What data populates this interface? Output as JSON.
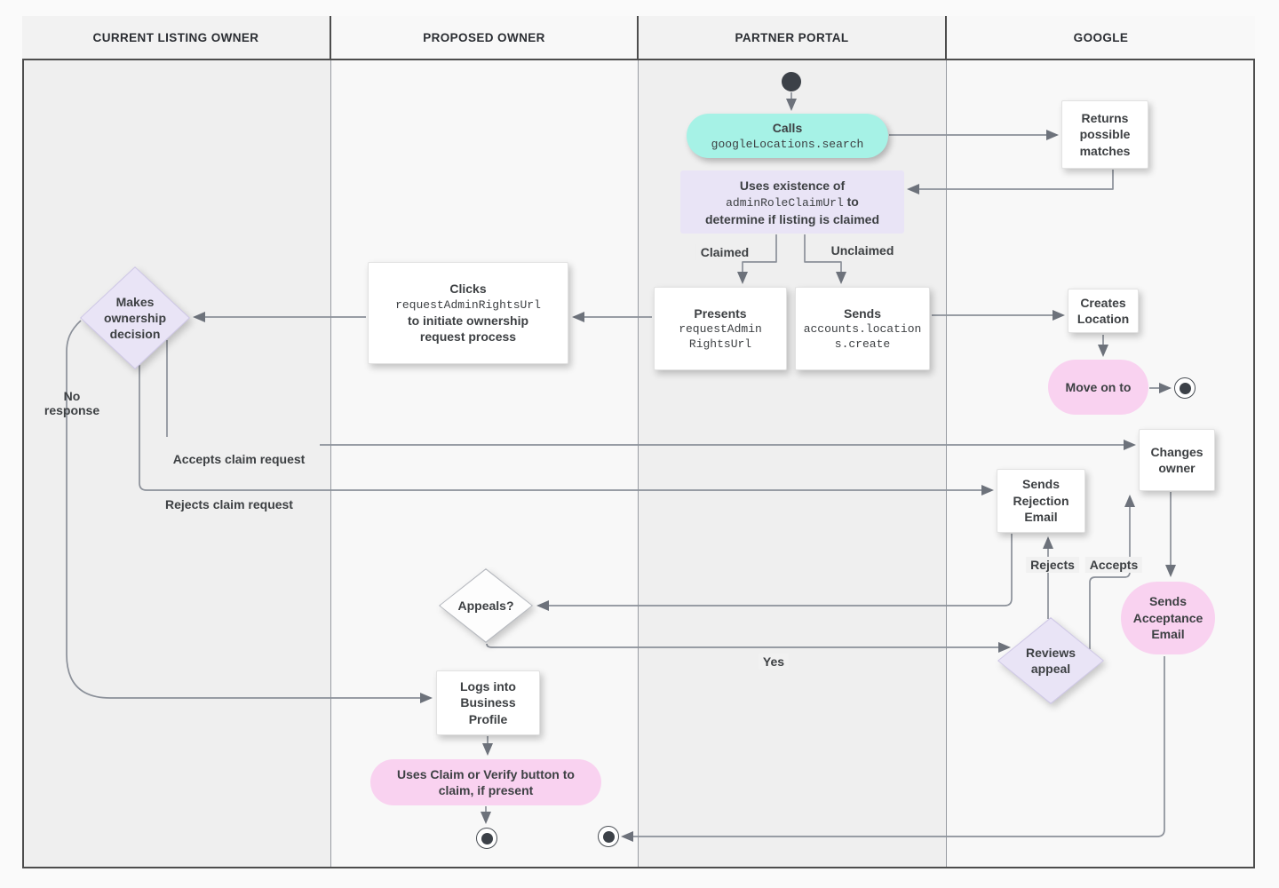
{
  "lanes": [
    {
      "label": "CURRENT LISTING OWNER"
    },
    {
      "label": "PROPOSED OWNER"
    },
    {
      "label": "PARTNER PORTAL"
    },
    {
      "label": "GOOGLE"
    }
  ],
  "nodes": {
    "calls": {
      "label": "Calls",
      "code": "googleLocations.search"
    },
    "returns_matches": {
      "label": "Returns possible matches"
    },
    "uses_existence": {
      "pre": "Uses existence of",
      "code": "adminRoleClaimUrl",
      "mid": "to",
      "post": "determine if listing is claimed"
    },
    "presents": {
      "label": "Presents",
      "code": "requestAdminRightsUrl"
    },
    "sends_create": {
      "label": "Sends",
      "code": "accounts.locations.create"
    },
    "clicks": {
      "label": "Clicks",
      "code": "requestAdminRightsUrl",
      "post": "to initiate ownership request process"
    },
    "makes_decision": {
      "label": "Makes ownership decision"
    },
    "creates_location": {
      "label": "Creates Location"
    },
    "move_on": {
      "label": "Move on to"
    },
    "sends_rejection": {
      "label": "Sends Rejection Email"
    },
    "changes_owner": {
      "label": "Changes owner"
    },
    "sends_acceptance": {
      "label": "Sends Acceptance Email"
    },
    "appeals": {
      "label": "Appeals?"
    },
    "reviews_appeal": {
      "label": "Reviews appeal"
    },
    "logs_in": {
      "label": "Logs into Business Profile"
    },
    "claim_verify": {
      "label": "Uses Claim or Verify button to claim, if present"
    }
  },
  "edge_labels": {
    "claimed": "Claimed",
    "unclaimed": "Unclaimed",
    "no_response": "No response",
    "accepts_claim": "Accepts claim request",
    "rejects_claim": "Rejects claim request",
    "yes": "Yes",
    "rejects": "Rejects",
    "accepts": "Accepts"
  },
  "colors": {
    "teal_node": "#a6f2e6",
    "lavender_node": "#e9e4f6",
    "pink_node": "#f9d2f0",
    "node_text": "#3d4043",
    "edge_line": "#8b9099",
    "arrowhead": "#6d727b"
  }
}
